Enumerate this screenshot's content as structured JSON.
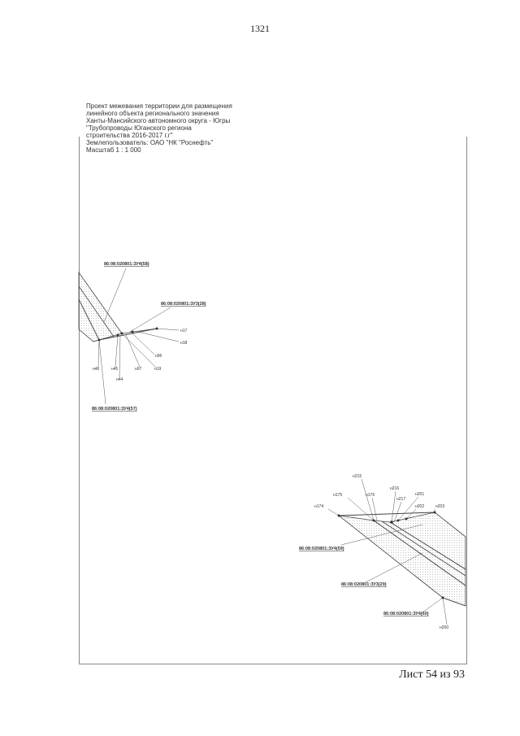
{
  "page_number": "1321",
  "sheet_label": "Лист 54 из 93",
  "caption": {
    "lines": [
      "Проект межевания территории для размещения",
      "линейного объекта регионального значения",
      "Ханты-Мансийского автономного округа - Югры",
      "\"Трубопроводы Юганского региона",
      "строительства 2016-2017 г.г\"",
      "Землепользователь: ОАО \"НК \"Роснефть\"",
      "Масштаб 1 : 1 000"
    ]
  },
  "parcels": {
    "p58": "86:08:020801:ЗУ4(58)",
    "p28": "86:08:020801:ЗУ3(28)",
    "p57": "86:08:020801:ЗУ4(57)",
    "p59": "86:08:020801:ЗУ4(59)",
    "p29": "86:08:020801:ЗУ3(29)",
    "p60": "86:08:020801:ЗУ4(60)"
  },
  "points": {
    "n17": "н17",
    "n18": "н18",
    "n96": "н96",
    "n97": "н97",
    "n19": "н19",
    "n46": "н46",
    "n45": "н45",
    "n44": "н44",
    "n215": "н215",
    "n175": "н175",
    "n176": "н176",
    "n216": "н216",
    "n217": "н217",
    "n201": "н201",
    "n174": "н174",
    "n202": "н202",
    "n203": "н203",
    "n200": "н200"
  }
}
